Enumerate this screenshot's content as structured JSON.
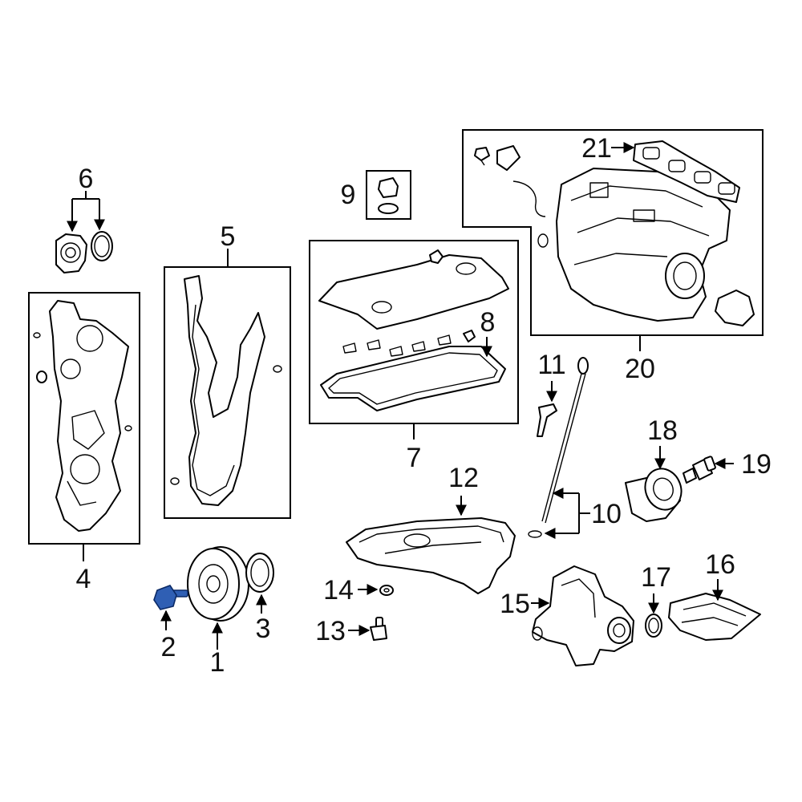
{
  "callouts": {
    "c1": "1",
    "c2": "2",
    "c3": "3",
    "c4": "4",
    "c5": "5",
    "c6": "6",
    "c7": "7",
    "c8": "8",
    "c9": "9",
    "c10": "10",
    "c11": "11",
    "c12": "12",
    "c13": "13",
    "c14": "14",
    "c15": "15",
    "c16": "16",
    "c17": "17",
    "c18": "18",
    "c19": "19",
    "c20": "20",
    "c21": "21"
  },
  "highlight": {
    "part": "2",
    "color": "#2f5fb4"
  }
}
